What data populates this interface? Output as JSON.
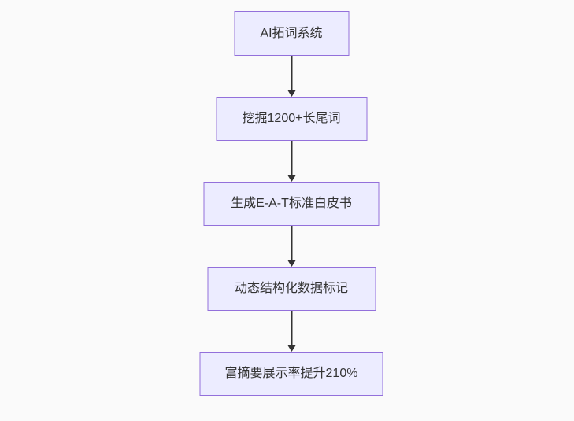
{
  "diagram": {
    "type": "flowchart",
    "direction": "top-down",
    "nodes": [
      {
        "id": "n1",
        "label": "AI拓词系统"
      },
      {
        "id": "n2",
        "label": "挖掘1200+长尾词"
      },
      {
        "id": "n3",
        "label": "生成E-A-T标准白皮书"
      },
      {
        "id": "n4",
        "label": "动态结构化数据标记"
      },
      {
        "id": "n5",
        "label": "富摘要展示率提升210%"
      }
    ],
    "edges": [
      {
        "from": "n1",
        "to": "n2"
      },
      {
        "from": "n2",
        "to": "n3"
      },
      {
        "from": "n3",
        "to": "n4"
      },
      {
        "from": "n4",
        "to": "n5"
      }
    ],
    "colors": {
      "background": "#FAFAFA",
      "node_fill": "#ECECFF",
      "node_border": "#9370DB",
      "edge": "#333333",
      "text": "#333333"
    }
  }
}
